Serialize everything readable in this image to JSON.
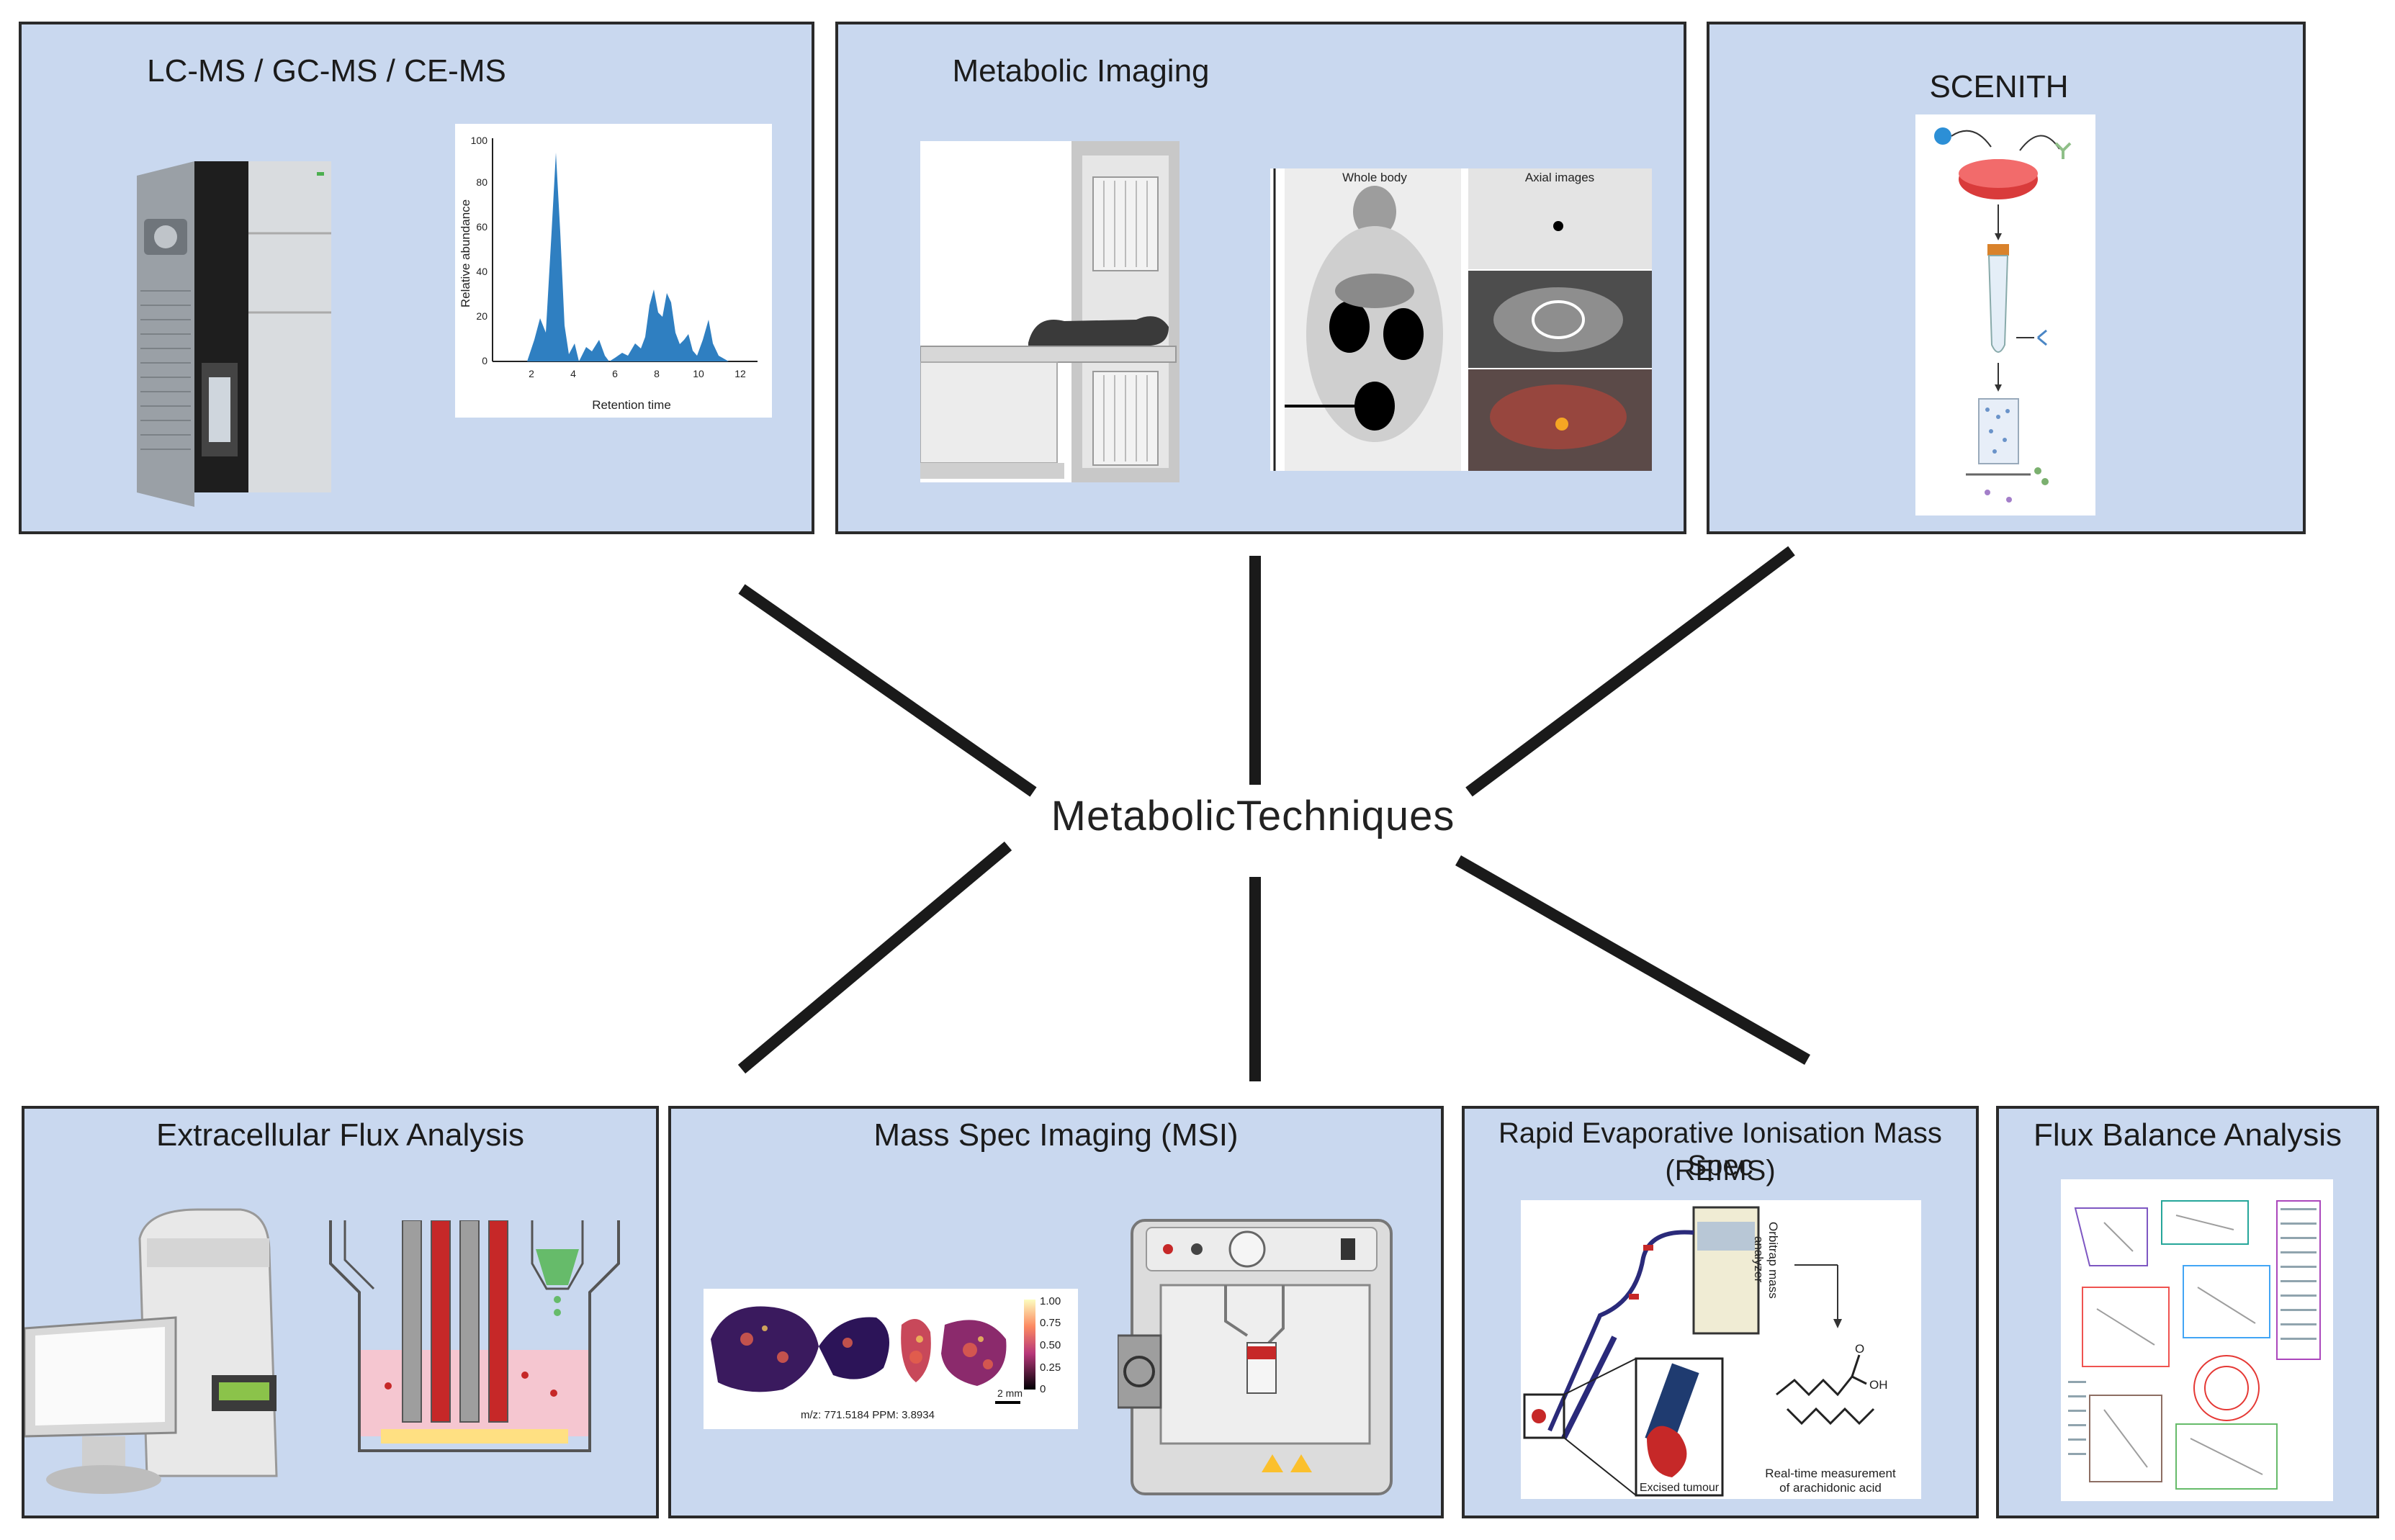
{
  "center": {
    "label": "MetabolicTechniques"
  },
  "panels": {
    "lcms": {
      "title": "LC-MS / GC-MS / CE-MS",
      "chart": {
        "ylabel": "Relative abundance",
        "xlabel": "Retention time",
        "yticks": [
          "0",
          "20",
          "40",
          "60",
          "80",
          "100"
        ],
        "xticks": [
          "2",
          "4",
          "6",
          "8",
          "10",
          "12"
        ]
      }
    },
    "imaging": {
      "title": "Metabolic Imaging",
      "label_whole": "Whole body",
      "label_axial": "Axial images"
    },
    "scenith": {
      "title": "SCENITH"
    },
    "xf": {
      "title": "Extracellular Flux  Analysis"
    },
    "msi": {
      "title": "Mass Spec Imaging (MSI)",
      "colorbar": [
        "1.00",
        "0.75",
        "0.50",
        "0.25",
        "0"
      ],
      "scale": "2 mm",
      "caption": "m/z: 771.5184  PPM:  3.8934"
    },
    "reims": {
      "title_line1": "Rapid Evaporative Ionisation Mass Spec",
      "title_line2": "(REIMS)",
      "orbitrap_1": "Orbitrap mass",
      "orbitrap_2": "analyzer",
      "excised": "Excised tumour",
      "realtime_1": "Real-time measurement",
      "realtime_2": "of arachidonic acid",
      "oh": "OH",
      "o": "O"
    },
    "fba": {
      "title": "Flux Balance  Analysis"
    }
  },
  "colors": {
    "panel_bg": "#c9d8ef",
    "peak_blue": "#2f7fc1",
    "spoke": "#1a1a1a"
  }
}
